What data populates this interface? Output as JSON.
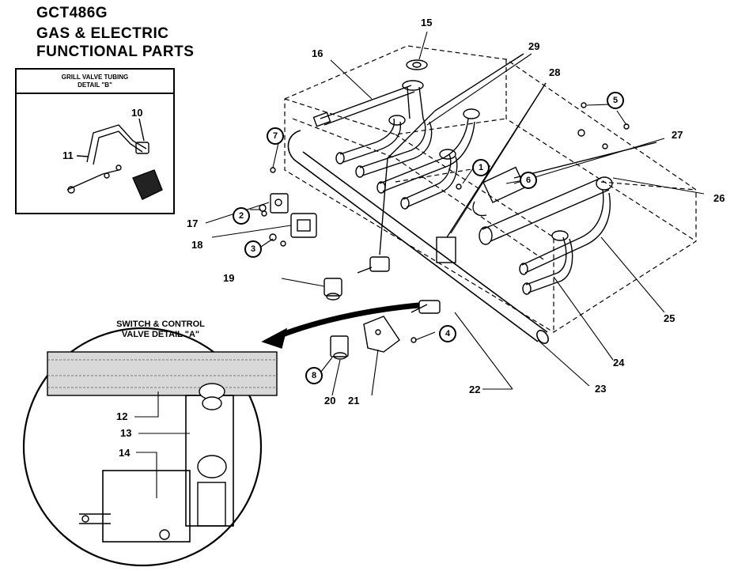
{
  "header": {
    "model": "GCT486G",
    "line2": "GAS & ELECTRIC",
    "line3": "FUNCTIONAL PARTS"
  },
  "detail_b": {
    "title_line1": "GRILL VALVE TUBING",
    "title_line2": "DETAIL \"B\""
  },
  "detail_a": {
    "title_line1": "SWITCH & CONTROL",
    "title_line2": "VALVE DETAIL \"A\""
  },
  "part_labels": {
    "p10": "10",
    "p11": "11",
    "p12": "12",
    "p13": "13",
    "p14": "14",
    "p15": "15",
    "p16": "16",
    "p17": "17",
    "p18": "18",
    "p19": "19",
    "p20": "20",
    "p21": "21",
    "p22": "22",
    "p23": "23",
    "p24": "24",
    "p25": "25",
    "p26": "26",
    "p27": "27",
    "p28": "28",
    "p29": "29"
  },
  "callout_circles": {
    "c1": "1",
    "c2": "2",
    "c3": "3",
    "c4": "4",
    "c5": "5",
    "c6": "6",
    "c7": "7",
    "c8": "8"
  }
}
